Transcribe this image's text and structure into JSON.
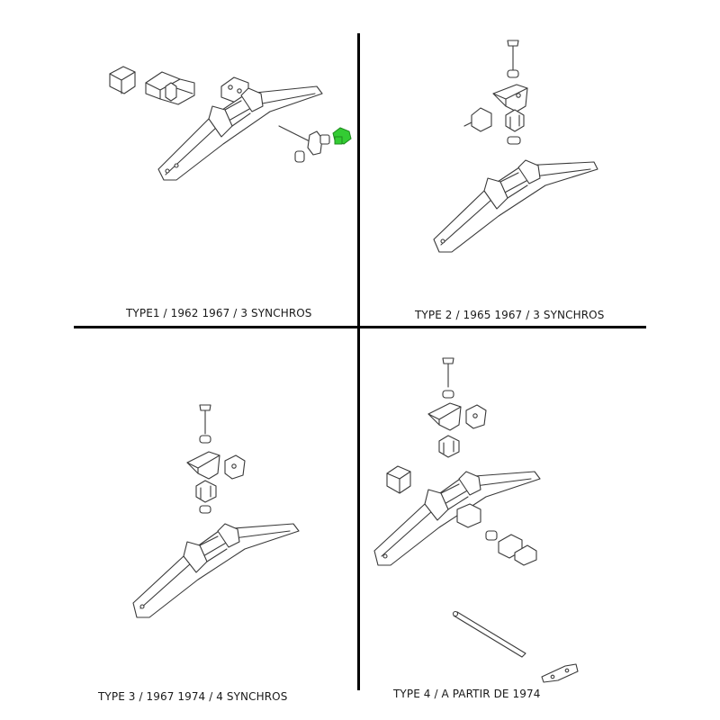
{
  "panels": [
    {
      "id": "type1",
      "caption": "TYPE1 / 1962 1967 / 3 SYNCHROS"
    },
    {
      "id": "type2",
      "caption": "TYPE 2 / 1965 1967 / 3 SYNCHROS"
    },
    {
      "id": "type3",
      "caption": "TYPE 3 / 1967 1974 / 4 SYNCHROS"
    },
    {
      "id": "type4",
      "caption": "TYPE 4 / A PARTIR DE 1974"
    }
  ],
  "colors": {
    "line": "#3a3a3a",
    "divider": "#000000",
    "highlight_part": "#33cc33"
  }
}
